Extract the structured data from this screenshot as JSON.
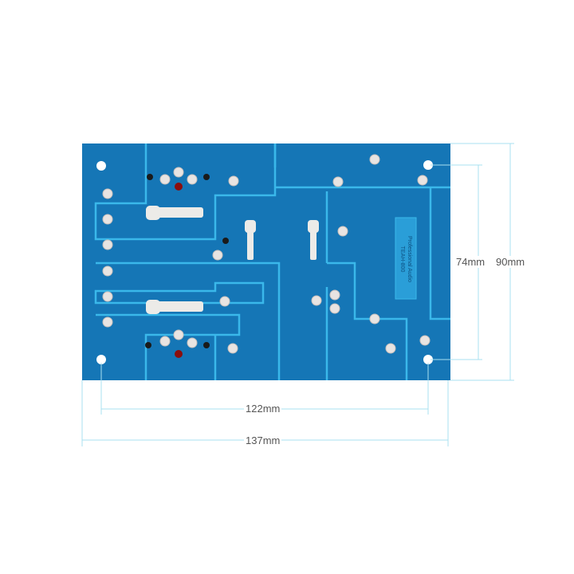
{
  "board": {
    "silkscreen": [
      "Professional Audio",
      "TEAH-800"
    ],
    "colors": {
      "substrate": "#1576b6",
      "trace": "#3ab8ea",
      "pad": "#e8e4e2",
      "dimension_line": "#a9e0f0"
    }
  },
  "dimensions": {
    "hole_spacing_height": "74mm",
    "board_height": "90mm",
    "hole_spacing_width": "122mm",
    "board_width": "137mm"
  }
}
